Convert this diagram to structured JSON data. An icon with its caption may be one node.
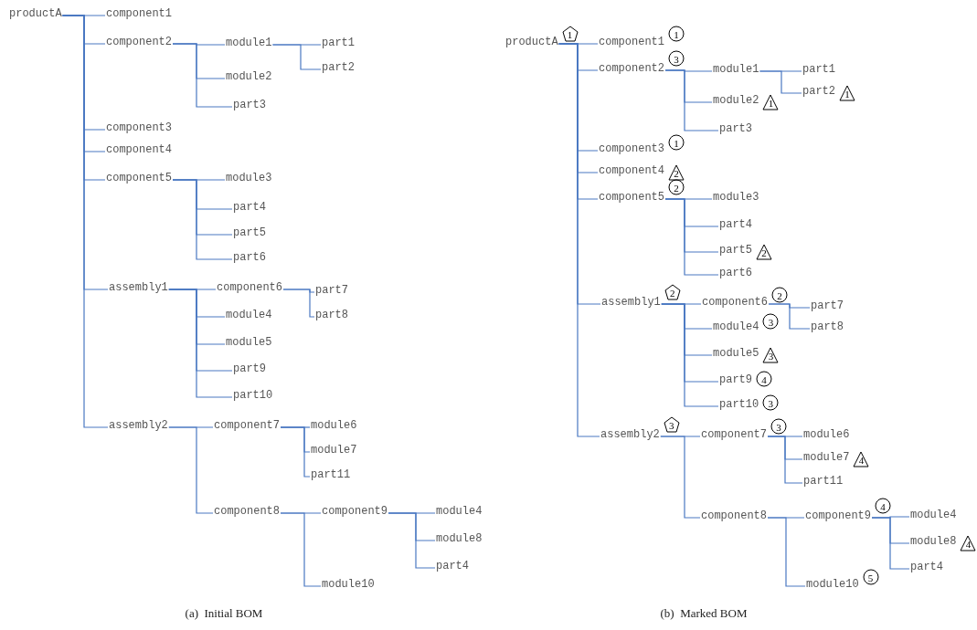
{
  "diagram": {
    "nodes": [
      {
        "text": [
          "productA"
        ]
      },
      {
        "text": [
          "component1"
        ]
      },
      {
        "text": [
          "component2"
        ]
      },
      {
        "text": [
          "module1"
        ]
      },
      {
        "text": [
          "part1"
        ]
      },
      {
        "text": [
          "part2"
        ]
      },
      {
        "text": [
          "module2"
        ]
      },
      {
        "text": [
          "part3"
        ]
      },
      {
        "text": [
          "component3"
        ]
      },
      {
        "text": [
          "component4"
        ]
      },
      {
        "text": [
          "component5"
        ]
      },
      {
        "text": [
          "module3"
        ]
      },
      {
        "text": [
          "part4"
        ]
      },
      {
        "text": [
          "part5"
        ]
      },
      {
        "text": [
          "part6"
        ]
      },
      {
        "text": [
          "assembly1"
        ]
      },
      {
        "text": [
          "component6"
        ]
      },
      {
        "text": [
          "part7"
        ]
      },
      {
        "text": [
          "part8"
        ]
      },
      {
        "text": [
          "module4"
        ]
      },
      {
        "text": [
          "module5"
        ]
      },
      {
        "text": [
          "part9"
        ]
      },
      {
        "text": [
          "part10"
        ]
      },
      {
        "text": [
          "assembly2"
        ]
      },
      {
        "text": [
          "component7"
        ]
      },
      {
        "text": [
          "module6"
        ]
      },
      {
        "text": [
          "module7"
        ]
      },
      {
        "text": [
          "part11"
        ]
      },
      {
        "text": [
          "component8"
        ]
      },
      {
        "text": [
          "component9"
        ]
      },
      {
        "text": [
          "module4"
        ]
      },
      {
        "text": [
          "module8"
        ]
      },
      {
        "text": [
          "part4"
        ]
      },
      {
        "text": [
          "module10"
        ]
      },
      {
        "text": [
          "productA"
        ],
        "beside": [
          "1"
        ]
      },
      {
        "text": [
          "component1"
        ],
        "beside": [
          "1"
        ]
      },
      {
        "text": [
          "component2"
        ],
        "beside": [
          "3"
        ]
      },
      {
        "text": [
          "module1"
        ]
      },
      {
        "text": [
          "part1"
        ]
      },
      {
        "text": [
          "part2"
        ],
        "beside": [
          "1"
        ]
      },
      {
        "text": [
          "module2"
        ],
        "beside": [
          "1"
        ]
      },
      {
        "text": [
          "part3"
        ]
      },
      {
        "text": [
          "component3"
        ],
        "beside": [
          "1"
        ]
      },
      {
        "text": [
          "component4"
        ],
        "beside": [
          "2"
        ]
      },
      {
        "text": [
          "component5"
        ],
        "beside": [
          "2"
        ]
      },
      {
        "text": [
          "module3"
        ]
      },
      {
        "text": [
          "part4"
        ]
      },
      {
        "text": [
          "part5"
        ],
        "beside": [
          "2"
        ]
      },
      {
        "text": [
          "part6"
        ]
      },
      {
        "text": [
          "assembly1"
        ],
        "beside": [
          "2"
        ]
      },
      {
        "text": [
          "component6"
        ],
        "beside": [
          "2"
        ]
      },
      {
        "text": [
          "part7"
        ]
      },
      {
        "text": [
          "part8"
        ]
      },
      {
        "text": [
          "module4"
        ],
        "beside": [
          "3"
        ]
      },
      {
        "text": [
          "module5"
        ],
        "beside": [
          "3"
        ]
      },
      {
        "text": [
          "part9"
        ],
        "beside": [
          "4"
        ]
      },
      {
        "text": [
          "part10"
        ],
        "beside": [
          "3"
        ]
      },
      {
        "text": [
          "assembly2"
        ],
        "beside": [
          "3"
        ]
      },
      {
        "text": [
          "component7"
        ],
        "beside": [
          "3"
        ]
      },
      {
        "text": [
          "module6"
        ]
      },
      {
        "text": [
          "module7"
        ],
        "beside": [
          "4"
        ]
      },
      {
        "text": [
          "part11"
        ]
      },
      {
        "text": [
          "component8"
        ]
      },
      {
        "text": [
          "component9"
        ],
        "beside": [
          "4"
        ]
      },
      {
        "text": [
          "module4"
        ]
      },
      {
        "text": [
          "module8"
        ],
        "beside": [
          "4"
        ]
      },
      {
        "text": [
          "part4"
        ]
      },
      {
        "text": [
          "module10"
        ],
        "beside": [
          "5"
        ]
      }
    ],
    "edges": [
      {
        "from": 0,
        "to": 1,
        "arrow": "none"
      },
      {
        "from": 0,
        "to": 2,
        "arrow": "none"
      },
      {
        "from": 2,
        "to": 3,
        "arrow": "none"
      },
      {
        "from": 3,
        "to": 4,
        "arrow": "none"
      },
      {
        "from": 3,
        "to": 5,
        "arrow": "none"
      },
      {
        "from": 2,
        "to": 6,
        "arrow": "none"
      },
      {
        "from": 2,
        "to": 7,
        "arrow": "none"
      },
      {
        "from": 0,
        "to": 8,
        "arrow": "none"
      },
      {
        "from": 0,
        "to": 9,
        "arrow": "none"
      },
      {
        "from": 0,
        "to": 10,
        "arrow": "none"
      },
      {
        "from": 10,
        "to": 11,
        "arrow": "none"
      },
      {
        "from": 10,
        "to": 12,
        "arrow": "none"
      },
      {
        "from": 10,
        "to": 13,
        "arrow": "none"
      },
      {
        "from": 10,
        "to": 14,
        "arrow": "none"
      },
      {
        "from": 0,
        "to": 15,
        "arrow": "none"
      },
      {
        "from": 15,
        "to": 16,
        "arrow": "none"
      },
      {
        "from": 16,
        "to": 17,
        "arrow": "none"
      },
      {
        "from": 16,
        "to": 18,
        "arrow": "none"
      },
      {
        "from": 15,
        "to": 19,
        "arrow": "none"
      },
      {
        "from": 15,
        "to": 20,
        "arrow": "none"
      },
      {
        "from": 15,
        "to": 21,
        "arrow": "none"
      },
      {
        "from": 15,
        "to": 22,
        "arrow": "none"
      },
      {
        "from": 0,
        "to": 23,
        "arrow": "none"
      },
      {
        "from": 23,
        "to": 24,
        "arrow": "none"
      },
      {
        "from": 24,
        "to": 25,
        "arrow": "none"
      },
      {
        "from": 24,
        "to": 26,
        "arrow": "none"
      },
      {
        "from": 24,
        "to": 27,
        "arrow": "none"
      },
      {
        "from": 23,
        "to": 28,
        "arrow": "none"
      },
      {
        "from": 28,
        "to": 29,
        "arrow": "none"
      },
      {
        "from": 29,
        "to": 30,
        "arrow": "none"
      },
      {
        "from": 29,
        "to": 31,
        "arrow": "none"
      },
      {
        "from": 29,
        "to": 32,
        "arrow": "none"
      },
      {
        "from": 28,
        "to": 33,
        "arrow": "none"
      },
      {
        "from": 34,
        "to": 35,
        "arrow": "none"
      },
      {
        "from": 34,
        "to": 36,
        "arrow": "none"
      },
      {
        "from": 36,
        "to": 37,
        "arrow": "none"
      },
      {
        "from": 37,
        "to": 38,
        "arrow": "none"
      },
      {
        "from": 37,
        "to": 39,
        "arrow": "none"
      },
      {
        "from": 36,
        "to": 40,
        "arrow": "none"
      },
      {
        "from": 36,
        "to": 41,
        "arrow": "none"
      },
      {
        "from": 34,
        "to": 42,
        "arrow": "none"
      },
      {
        "from": 34,
        "to": 43,
        "arrow": "none"
      },
      {
        "from": 34,
        "to": 44,
        "arrow": "none"
      },
      {
        "from": 44,
        "to": 45,
        "arrow": "none"
      },
      {
        "from": 44,
        "to": 46,
        "arrow": "none"
      },
      {
        "from": 44,
        "to": 47,
        "arrow": "none"
      },
      {
        "from": 44,
        "to": 48,
        "arrow": "none"
      },
      {
        "from": 34,
        "to": 49,
        "arrow": "none"
      },
      {
        "from": 49,
        "to": 50,
        "arrow": "none"
      },
      {
        "from": 50,
        "to": 51,
        "arrow": "none"
      },
      {
        "from": 50,
        "to": 52,
        "arrow": "none"
      },
      {
        "from": 49,
        "to": 53,
        "arrow": "none"
      },
      {
        "from": 49,
        "to": 54,
        "arrow": "none"
      },
      {
        "from": 49,
        "to": 55,
        "arrow": "none"
      },
      {
        "from": 49,
        "to": 56,
        "arrow": "none"
      },
      {
        "from": 34,
        "to": 57,
        "arrow": "none"
      },
      {
        "from": 57,
        "to": 58,
        "arrow": "none"
      },
      {
        "from": 58,
        "to": 59,
        "arrow": "none"
      },
      {
        "from": 58,
        "to": 60,
        "arrow": "none"
      },
      {
        "from": 58,
        "to": 61,
        "arrow": "none"
      },
      {
        "from": 57,
        "to": 62,
        "arrow": "none"
      },
      {
        "from": 62,
        "to": 63,
        "arrow": "none"
      },
      {
        "from": 63,
        "to": 64,
        "arrow": "none"
      },
      {
        "from": 63,
        "to": 65,
        "arrow": "none"
      },
      {
        "from": 63,
        "to": 66,
        "arrow": "none"
      },
      {
        "from": 62,
        "to": 67,
        "arrow": "none"
      }
    ],
    "labels": [
      "(a)  Initial BOM",
      "(b)  Marked BOM"
    ]
  }
}
